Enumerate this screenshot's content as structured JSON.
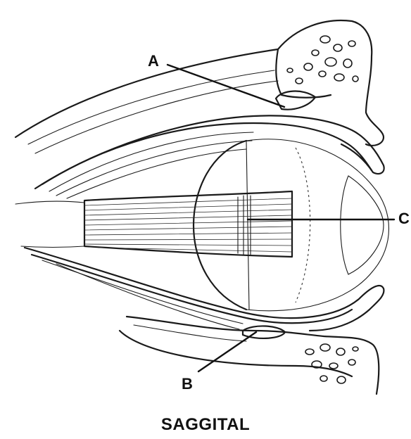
{
  "labels": {
    "a": "A",
    "b": "B",
    "c": "C"
  },
  "caption": "SAGGITAL"
}
